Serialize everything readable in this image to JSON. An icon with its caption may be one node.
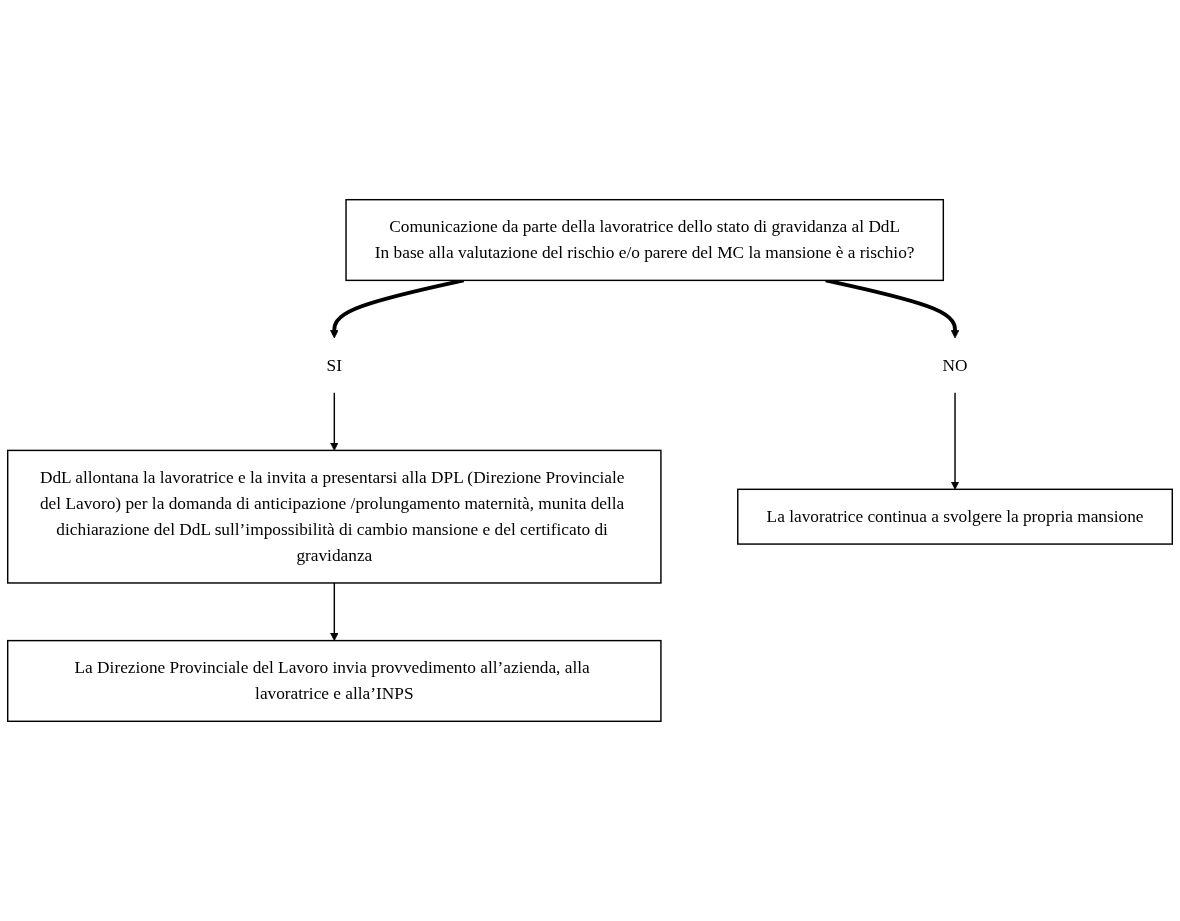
{
  "diagram": {
    "nodes": [
      {
        "text": [
          "Comunicazione da parte della lavoratrice dello stato di gravidanza al DdL",
          "In base alla valutazione del rischio e/o parere del MC la mansione è a rischio?"
        ]
      },
      {
        "text": [
          "SI"
        ]
      },
      {
        "text": [
          "NO"
        ]
      },
      {
        "text": [
          "DdL allontana la lavoratrice e la invita a presentarsi alla DPL (Direzione Provinciale del Lavoro) per la domanda di anticipazione /prolungamento maternità, munita della dichiarazione del DdL sull’impossibilità di cambio mansione e del certificato di gravidanza"
        ]
      },
      {
        "text": [
          "La lavoratrice continua a svolgere la propria mansione"
        ]
      },
      {
        "text": [
          "La Direzione Provinciale del Lavoro invia provvedimento all’azienda, alla lavoratrice e alla’INPS"
        ]
      }
    ],
    "edges": [
      {
        "from": 0,
        "to": 1,
        "arrow": "to",
        "style": "thick"
      },
      {
        "from": 0,
        "to": 2,
        "arrow": "to",
        "style": "thick"
      },
      {
        "from": 1,
        "to": 3,
        "arrow": "to"
      },
      {
        "from": 2,
        "to": 4,
        "arrow": "to"
      },
      {
        "from": 3,
        "to": 5,
        "arrow": "to"
      }
    ]
  }
}
